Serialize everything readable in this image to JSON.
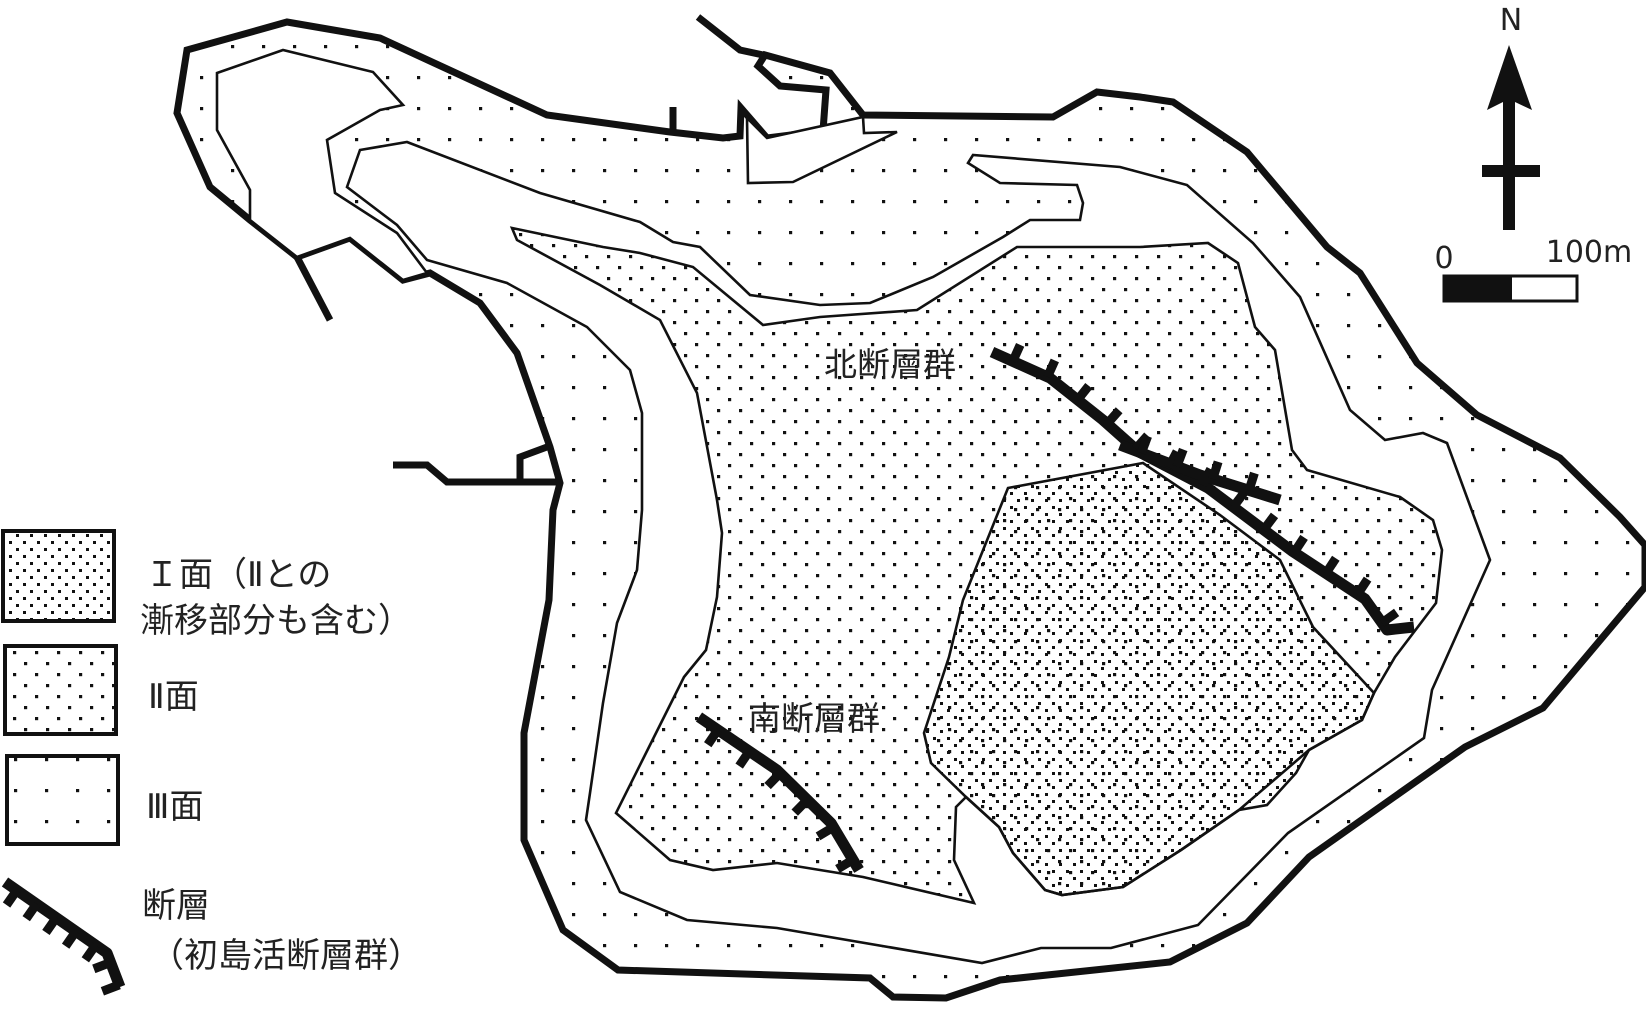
{
  "map": {
    "fault_labels": {
      "north": "北断層群",
      "south": "南断層群"
    },
    "north_arrow": {
      "label": "N"
    },
    "scale_bar": {
      "start": "0",
      "end": "100m"
    }
  },
  "legend": {
    "items": [
      {
        "id": "surface-1",
        "lines": [
          "Ｉ面（Ⅱとの",
          "漸移部分も含む）"
        ]
      },
      {
        "id": "surface-2",
        "lines": [
          "Ⅱ面"
        ]
      },
      {
        "id": "surface-3",
        "lines": [
          "Ⅲ面"
        ]
      },
      {
        "id": "fault",
        "lines": [
          "断層",
          "（初島活断層群）"
        ]
      }
    ]
  },
  "colors": {
    "ink": "#111111",
    "paper": "#ffffff"
  }
}
